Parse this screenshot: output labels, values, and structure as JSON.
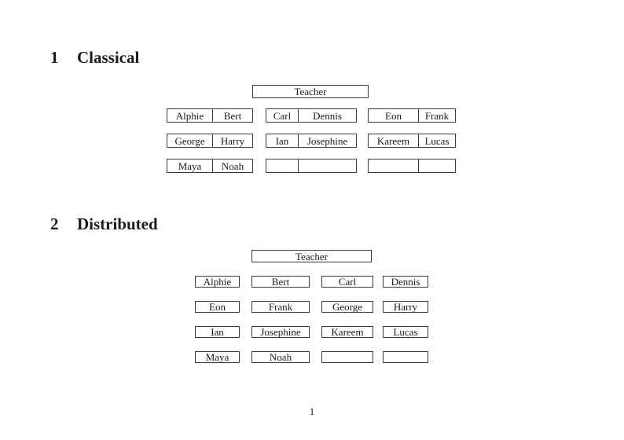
{
  "document": {
    "page_number": "1",
    "ink_color": "#1b1b1b",
    "border_color": "#3c3c3c"
  },
  "sections": [
    {
      "number": "1",
      "title": "Classical",
      "teacher_label": "Teacher",
      "rows": [
        {
          "desks": [
            {
              "cells": [
                "Alphie",
                "Bert"
              ]
            },
            {
              "cells": [
                "Carl",
                "Dennis"
              ]
            },
            {
              "cells": [
                "Eon",
                "Frank"
              ]
            }
          ]
        },
        {
          "desks": [
            {
              "cells": [
                "George",
                "Harry"
              ]
            },
            {
              "cells": [
                "Ian",
                "Josephine"
              ]
            },
            {
              "cells": [
                "Kareem",
                "Lucas"
              ]
            }
          ]
        },
        {
          "desks": [
            {
              "cells": [
                "Maya",
                "Noah"
              ]
            },
            {
              "cells": [
                "",
                ""
              ]
            },
            {
              "cells": [
                "",
                ""
              ]
            }
          ]
        }
      ]
    },
    {
      "number": "2",
      "title": "Distributed",
      "teacher_label": "Teacher",
      "seats": [
        [
          "Alphie",
          "Bert",
          "Carl",
          "Dennis"
        ],
        [
          "Eon",
          "Frank",
          "George",
          "Harry"
        ],
        [
          "Ian",
          "Josephine",
          "Kareem",
          "Lucas"
        ],
        [
          "Maya",
          "Noah",
          "",
          ""
        ]
      ]
    }
  ]
}
